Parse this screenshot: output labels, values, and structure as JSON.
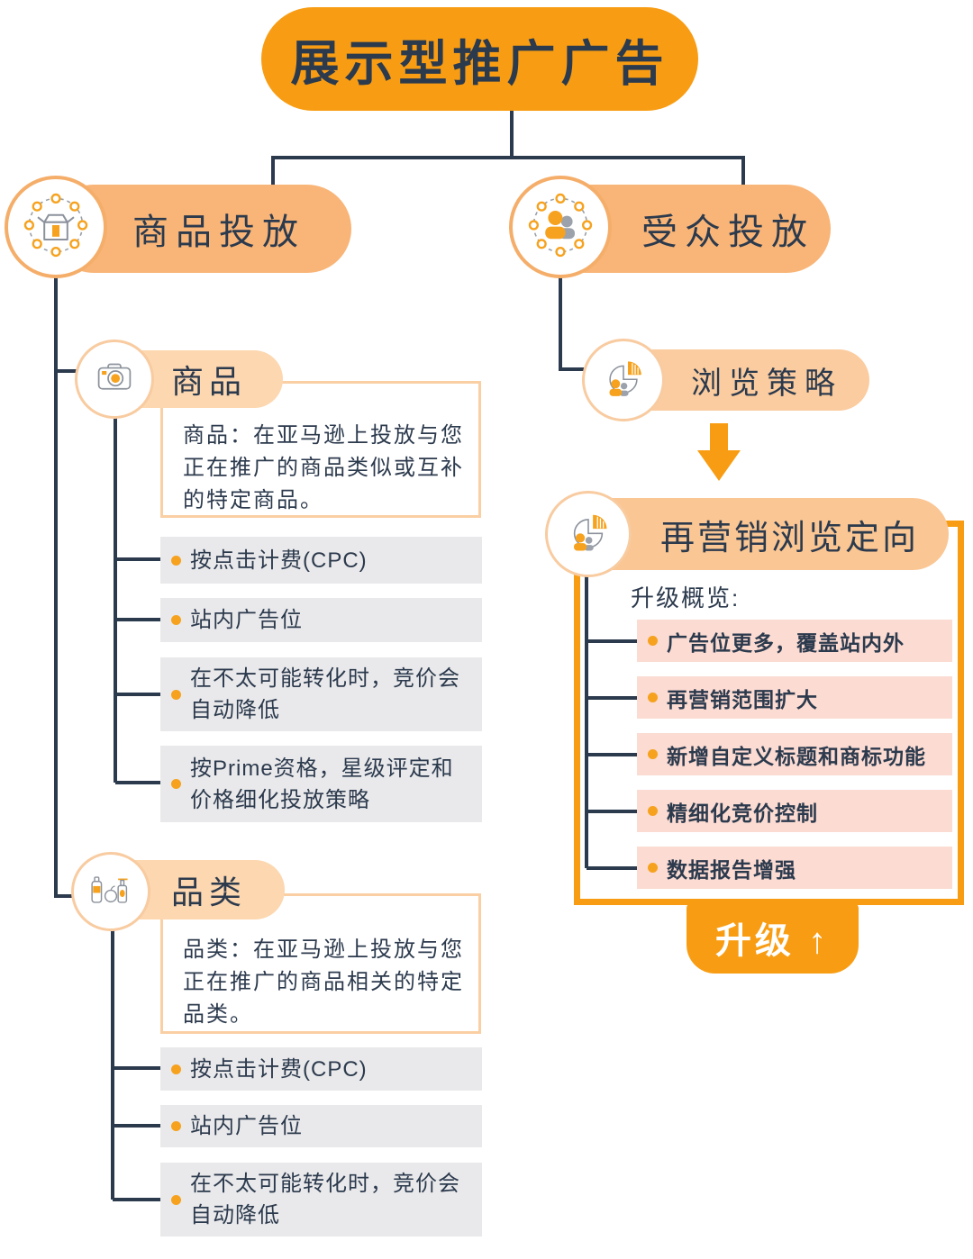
{
  "title": "展示型推广广告",
  "colors": {
    "accent_orange": "#F89D13",
    "navy": "#2C3A4D",
    "level1_pill": "#F9B577",
    "level2_pill_left": "#FCD7B0",
    "level2_pill_right": "#FBCC9F",
    "gray_item_bg": "#E9E9EB",
    "pink_item_bg": "#FBDBD2",
    "bullet_dot": "#F6A21F"
  },
  "left_branch": {
    "label": "商品投放",
    "product": {
      "label": "商品",
      "description": "商品：在亚马逊上投放与您正在推广的商品类似或互补的特定商品。",
      "bullets": [
        "按点击计费(CPC)",
        "站内广告位",
        "在不太可能转化时，竞价会自动降低",
        "按Prime资格，星级评定和价格细化投放策略"
      ]
    },
    "category": {
      "label": "品类",
      "description": "品类：在亚马逊上投放与您正在推广的商品相关的特定品类。",
      "bullets": [
        "按点击计费(CPC)",
        "站内广告位",
        "在不太可能转化时，竞价会自动降低"
      ]
    }
  },
  "right_branch": {
    "label": "受众投放",
    "views": {
      "label": "浏览策略"
    },
    "remarketing": {
      "label": "再营销浏览定向",
      "overview_label": "升级概览:",
      "bullets": [
        "广告位更多，覆盖站内外",
        "再营销范围扩大",
        "新增自定义标题和商标功能",
        "精细化竞价控制",
        "数据报告增强"
      ],
      "badge": "升级 ↑"
    }
  }
}
